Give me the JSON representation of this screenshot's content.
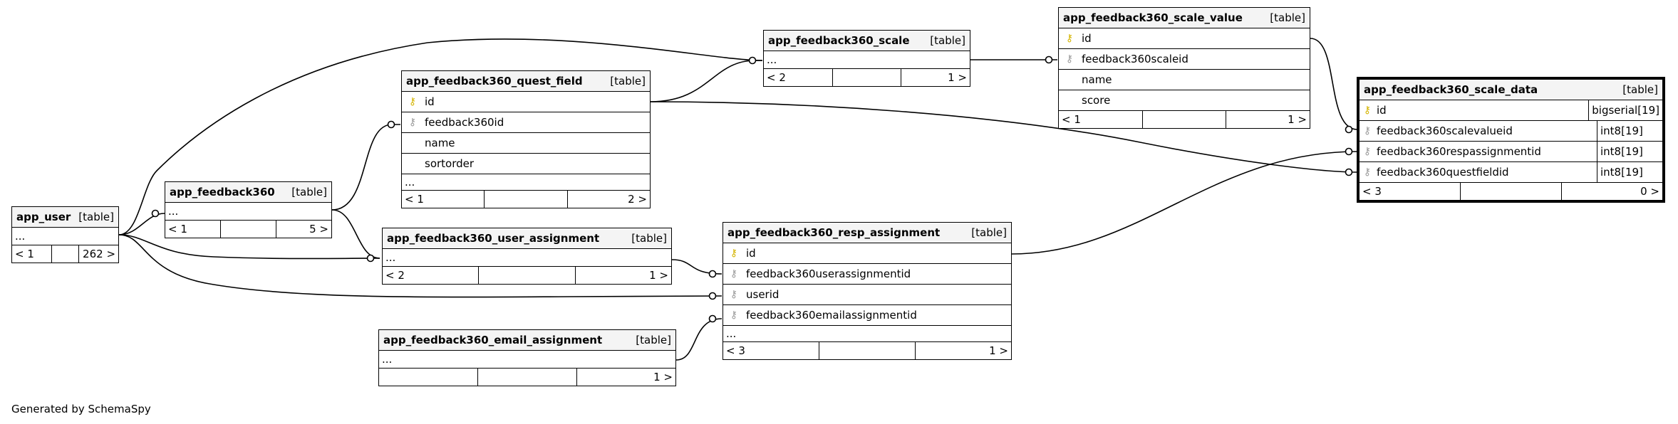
{
  "footer": {
    "generated_by": "Generated by SchemaSpy"
  },
  "tables": {
    "app_user": {
      "name": "app_user",
      "kind": "[table]",
      "rows": [
        "..."
      ],
      "prev": "< 1",
      "next": "262 >"
    },
    "app_feedback360": {
      "name": "app_feedback360",
      "kind": "[table]",
      "rows": [
        "..."
      ],
      "prev": "< 1",
      "next": "5 >"
    },
    "quest_field": {
      "name": "app_feedback360_quest_field",
      "kind": "[table]",
      "cols": [
        {
          "icon": "key",
          "name": "id"
        },
        {
          "icon": "fkey",
          "name": "feedback360id"
        },
        {
          "icon": "",
          "name": "name"
        },
        {
          "icon": "",
          "name": "sortorder"
        }
      ],
      "more": "...",
      "prev": "< 1",
      "next": "2 >"
    },
    "scale": {
      "name": "app_feedback360_scale",
      "kind": "[table]",
      "rows": [
        "..."
      ],
      "prev": "< 2",
      "next": "1 >"
    },
    "scale_value": {
      "name": "app_feedback360_scale_value",
      "kind": "[table]",
      "cols": [
        {
          "icon": "key",
          "name": "id"
        },
        {
          "icon": "fkey",
          "name": "feedback360scaleid"
        },
        {
          "icon": "",
          "name": "name"
        },
        {
          "icon": "",
          "name": "score"
        }
      ],
      "prev": "< 1",
      "next": "1 >"
    },
    "scale_data": {
      "name": "app_feedback360_scale_data",
      "kind": "[table]",
      "cols": [
        {
          "icon": "key",
          "name": "id",
          "type": "bigserial[19]"
        },
        {
          "icon": "fkey",
          "name": "feedback360scalevalueid",
          "type": "int8[19]"
        },
        {
          "icon": "fkey",
          "name": "feedback360respassignmentid",
          "type": "int8[19]"
        },
        {
          "icon": "fkey",
          "name": "feedback360questfieldid",
          "type": "int8[19]"
        }
      ],
      "prev": "< 3",
      "next": "0 >"
    },
    "user_assignment": {
      "name": "app_feedback360_user_assignment",
      "kind": "[table]",
      "rows": [
        "..."
      ],
      "prev": "< 2",
      "next": "1 >"
    },
    "resp_assignment": {
      "name": "app_feedback360_resp_assignment",
      "kind": "[table]",
      "cols": [
        {
          "icon": "key",
          "name": "id"
        },
        {
          "icon": "fkey",
          "name": "feedback360userassignmentid"
        },
        {
          "icon": "fkey",
          "name": "userid"
        },
        {
          "icon": "fkey",
          "name": "feedback360emailassignmentid"
        }
      ],
      "more": "...",
      "prev": "< 3",
      "next": "1 >"
    },
    "email_assignment": {
      "name": "app_feedback360_email_assignment",
      "kind": "[table]",
      "rows": [
        "..."
      ],
      "prev": "",
      "next": "1 >"
    }
  }
}
